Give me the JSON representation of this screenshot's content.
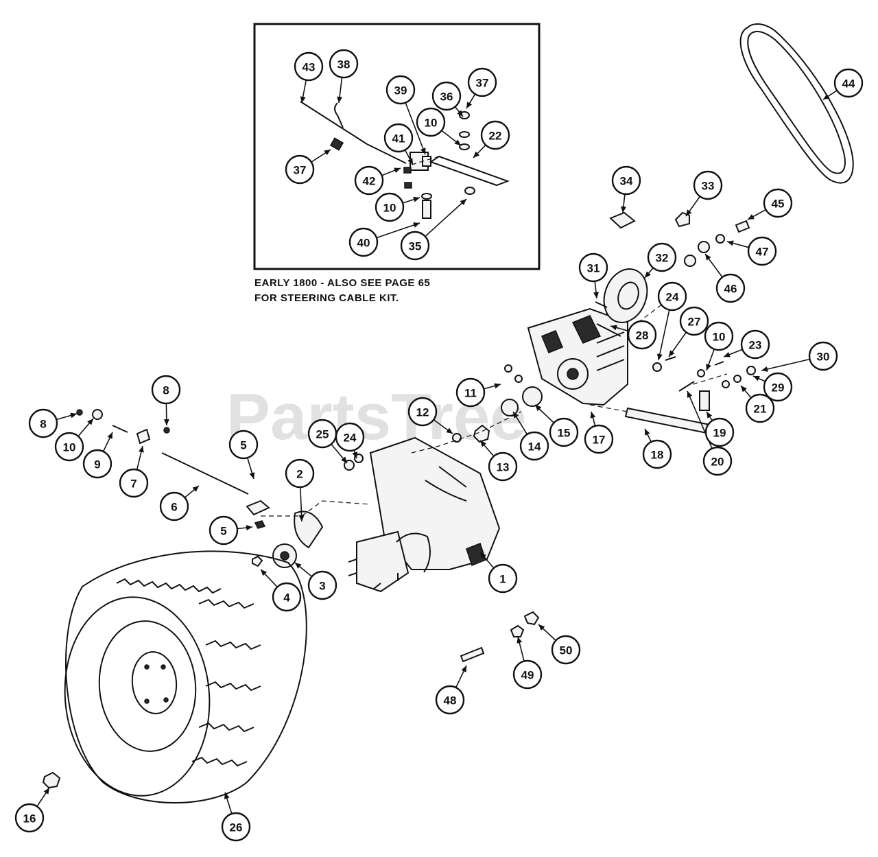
{
  "watermark": "PartsTree",
  "inset_note": {
    "line1": "EARLY 1800 - ALSO SEE PAGE 65",
    "line2": "FOR STEERING CABLE KIT."
  },
  "callouts": [
    "1",
    "2",
    "3",
    "4",
    "5",
    "5",
    "6",
    "7",
    "8",
    "8",
    "9",
    "10",
    "10",
    "10",
    "10",
    "11",
    "12",
    "13",
    "14",
    "15",
    "16",
    "17",
    "18",
    "19",
    "20",
    "21",
    "22",
    "23",
    "24",
    "24",
    "25",
    "26",
    "27",
    "28",
    "29",
    "30",
    "31",
    "32",
    "33",
    "34",
    "35",
    "36",
    "37",
    "37",
    "38",
    "39",
    "40",
    "41",
    "42",
    "43",
    "44",
    "45",
    "46",
    "47",
    "48",
    "49",
    "50"
  ],
  "colors": {
    "ink": "#111111",
    "paper": "#ffffff",
    "watermark": "#c9c9c9"
  }
}
